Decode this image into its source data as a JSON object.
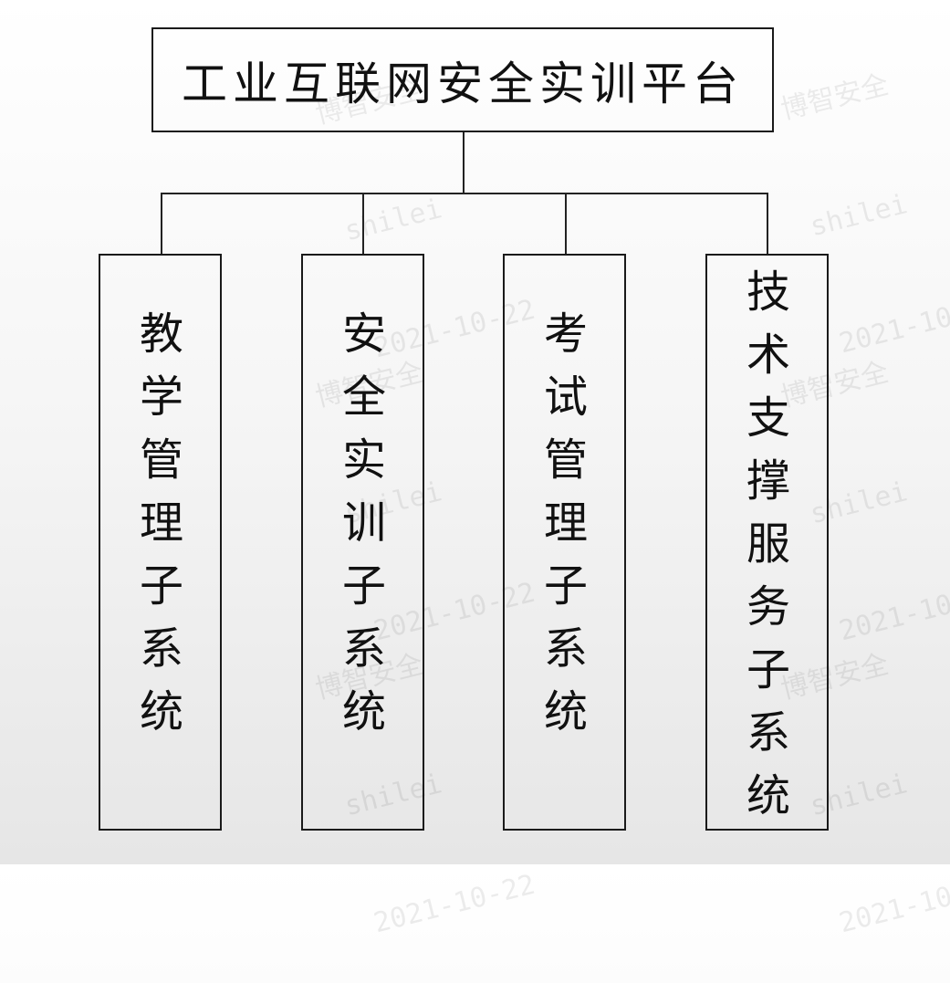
{
  "diagram": {
    "root": {
      "label": "工业互联网安全实训平台"
    },
    "children": [
      {
        "label": "教学管理子系统"
      },
      {
        "label": "安全实训子系统"
      },
      {
        "label": "考试管理子系统"
      },
      {
        "label": "技术支撑服务子系统"
      }
    ]
  },
  "watermark": {
    "line1": "博智安全",
    "line2": "shilei",
    "line3": "2021-10-22"
  }
}
